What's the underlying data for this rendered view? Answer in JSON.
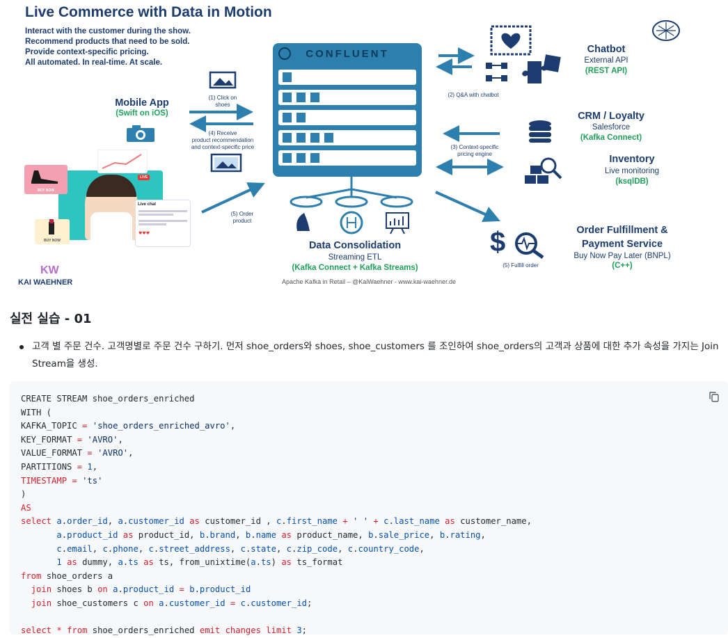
{
  "diagram": {
    "title": "Live Commerce with Data in Motion",
    "intro": [
      "Interact with the customer during the show.",
      "Recommend products that need to be sold.",
      "Provide context-specific pricing.",
      "All automated. In real-time. At scale."
    ],
    "center": "CONFLUENT",
    "mobile": {
      "title": "Mobile App",
      "tech": "(Swift on iOS)"
    },
    "chatbot": {
      "title": "Chatbot",
      "sub": "External API",
      "tech": "(REST API)"
    },
    "crm": {
      "title": "CRM / Loyalty",
      "sub": "Salesforce",
      "tech": "(Kafka Connect)"
    },
    "inventory": {
      "title": "Inventory",
      "sub": "Live monitoring",
      "tech": "(ksqlDB)"
    },
    "fulfillment": {
      "title1": "Order Fulfillment &",
      "title2": "Payment Service",
      "sub": "Buy Now Pay Later (BNPL)",
      "tech": "(C++)"
    },
    "consolidation": {
      "title": "Data Consolidation",
      "sub": "Streaming ETL",
      "tech": "(Kafka Connect + Kafka Streams)"
    },
    "steps": {
      "s1a": "(1) Click on",
      "s1b": "shoes",
      "s2": "(2) Q&A with chatbot",
      "s3a": "(3) Context-specific",
      "s3b": "pricing engine",
      "s4a": "(4) Receive",
      "s4b": "product recommendation",
      "s4c": "and context-specific price",
      "s5a": "(5) Order",
      "s5b": "product",
      "s5f": "(5) Fulfill order"
    },
    "brand": "KAI WAEHNER",
    "brand_mark": "KW",
    "credit": "Apache Kafka in Retail – @KaiWaehner - www.kai-waehner.de",
    "phone": {
      "chat_title": "Live chat",
      "live_badge": "LIVE",
      "buy_now": "BUY NOW"
    }
  },
  "section_title": "실전 실습 - 01",
  "bullet": "고객 별 주문 건수. 고객명별로 주문 건수 구하기. 먼저 shoe_orders와 shoes, shoe_customers 를 조인하여 shoe_orders의 고객과 상품에 대한 추가 속성을 가지는 Join Stream을 생성.",
  "code_lines": [
    "CREATE STREAM shoe_orders_enriched",
    "WITH (",
    "KAFKA_TOPIC = 'shoe_orders_enriched_avro',",
    "KEY_FORMAT = 'AVRO',",
    "VALUE_FORMAT = 'AVRO',",
    "PARTITIONS = 1,",
    "TIMESTAMP = 'ts'",
    ")",
    "AS",
    "select a.order_id, a.customer_id as customer_id , c.first_name + ' ' + c.last_name as customer_name,",
    "       a.product_id as product_id, b.brand, b.name as product_name, b.sale_price, b.rating,",
    "       c.email, c.phone, c.street_address, c.state, c.zip_code, c.country_code,",
    "       1 as dummy, a.ts as ts, from_unixtime(a.ts) as ts_format",
    "from shoe_orders a",
    "  join shoes b on a.product_id = b.product_id",
    "  join shoe_customers c on a.customer_id = c.customer_id;",
    "",
    "select * from shoe_orders_enriched emit changes limit 3;"
  ],
  "colors": {
    "navy": "#1c3c70",
    "green": "#1fa05a",
    "confluent_blue": "#2d7fae",
    "code_bg": "#f6f8fa"
  },
  "icons": [
    "copy-icon",
    "image-icon",
    "camera-icon",
    "chat-icon",
    "puzzle-icon",
    "database-icon",
    "inventory-icon",
    "dollar-icon",
    "search-heartbeat-icon",
    "kafka-logo-icon"
  ]
}
